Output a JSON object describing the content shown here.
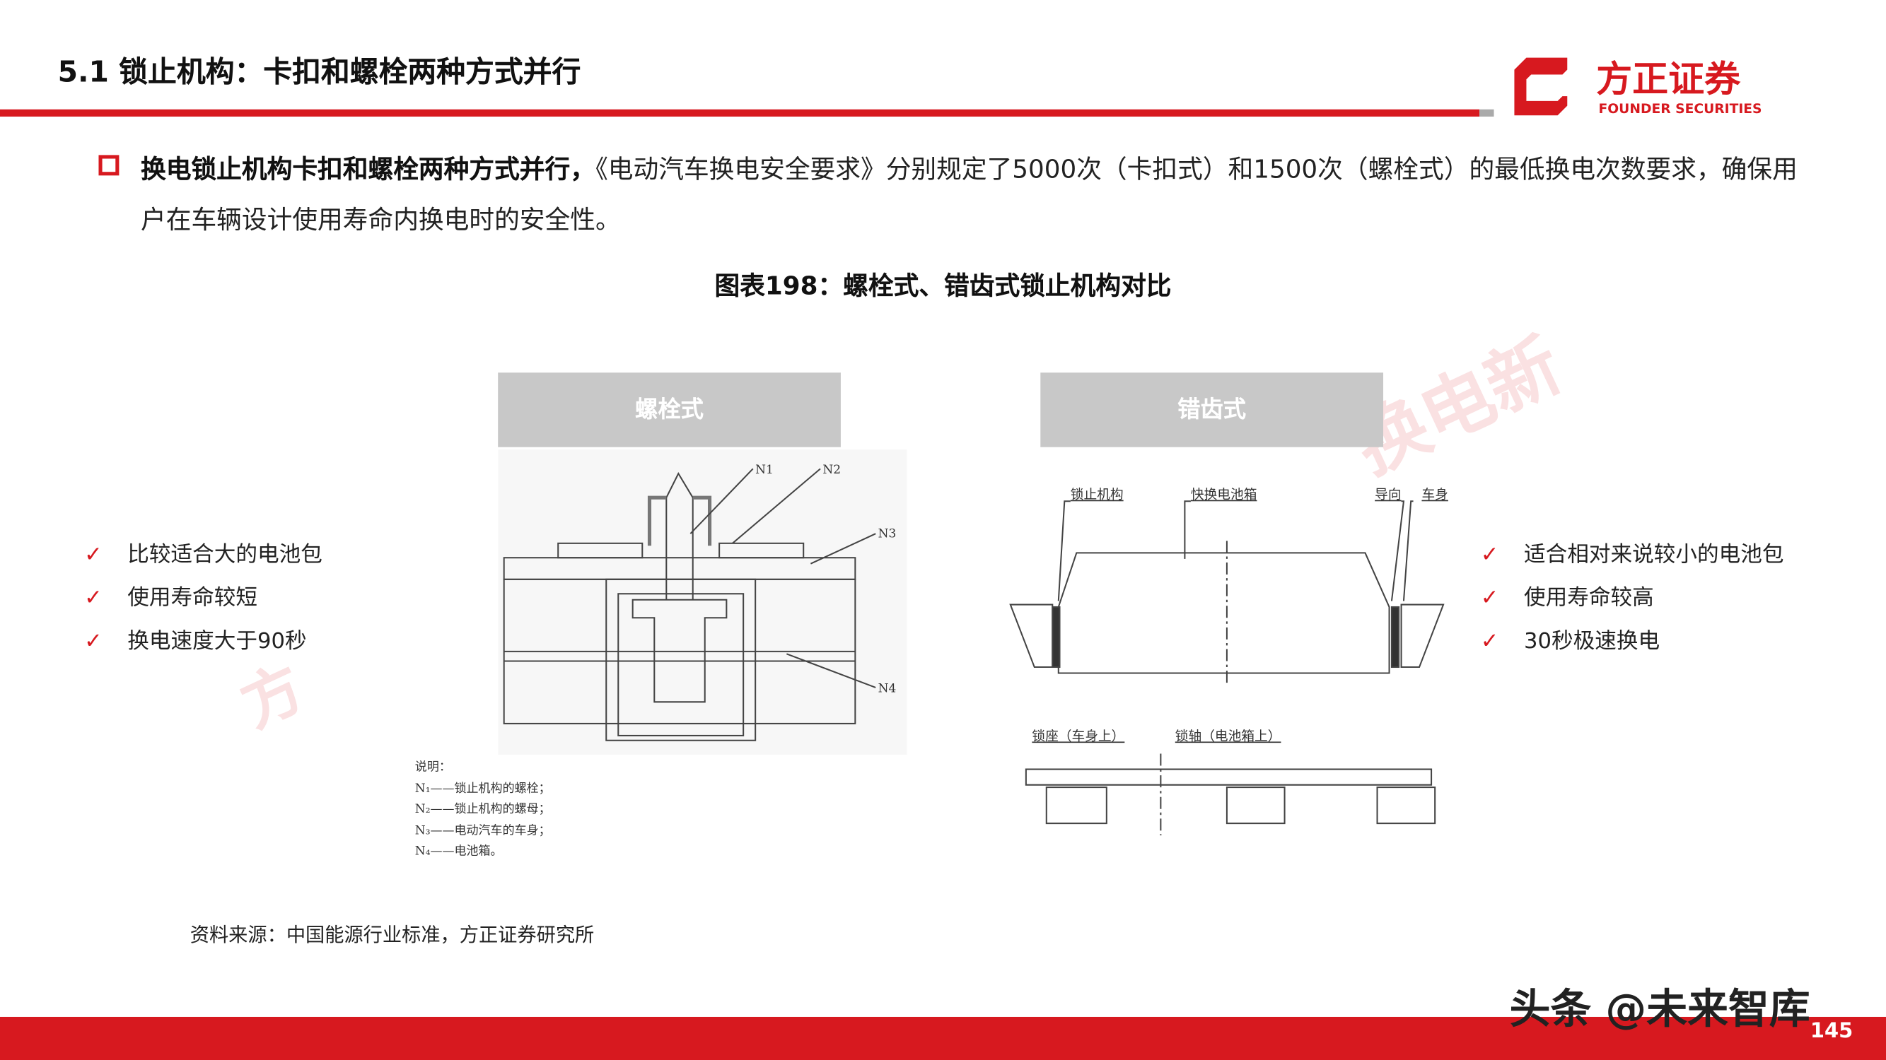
{
  "header": {
    "title": "5.1 锁止机构：卡扣和螺栓两种方式并行",
    "logo_cn": "方正证券",
    "logo_en": "FOUNDER SECURITIES",
    "brand_color": "#d7191f"
  },
  "intro": {
    "bold": "换电锁止机构卡扣和螺栓两种方式并行，",
    "text": "《电动汽车换电安全要求》分别规定了5000次（卡扣式）和1500次（螺栓式）的最低换电次数要求，确保用户在车辆设计使用寿命内换电时的安全性。"
  },
  "figure": {
    "caption": "图表198：螺栓式、错齿式锁止机构对比",
    "left": {
      "header": "螺栓式",
      "points": [
        "比较适合大的电池包",
        "使用寿命较短",
        "换电速度大于90秒"
      ],
      "labels": {
        "n1": "N1",
        "n2": "N2",
        "n3": "N3",
        "n4": "N4"
      },
      "legend": [
        "说明：",
        "N₁——锁止机构的螺栓；",
        "N₂——锁止机构的螺母；",
        "N₃——电动汽车的车身；",
        "N₄——电池箱。"
      ]
    },
    "right": {
      "header": "错齿式",
      "points": [
        "适合相对来说较小的电池包",
        "使用寿命较高",
        "30秒极速换电"
      ],
      "labels": {
        "lock": "锁止机构",
        "box": "快换电池箱",
        "guide": "导向",
        "body": "车身",
        "seat": "锁座（车身上）",
        "shaft": "锁轴（电池箱上）"
      }
    },
    "source": "资料来源：中国能源行业标准，方正证券研究所"
  },
  "footer": {
    "page": "145",
    "watermark": "头条 @未来智库",
    "stamp": "换电新"
  }
}
